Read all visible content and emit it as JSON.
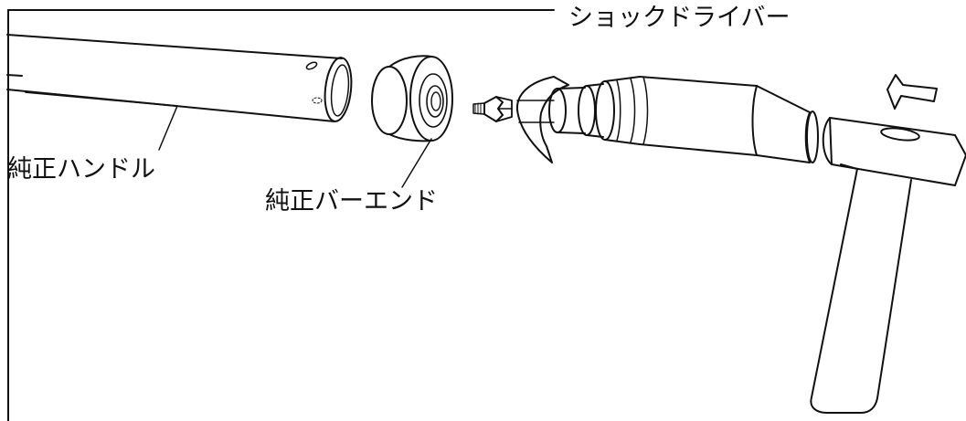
{
  "labels": {
    "handle": "純正ハンドル",
    "bar_end": "純正バーエンド",
    "shock_driver": "ショックドライバー"
  },
  "colors": {
    "line": "#111111",
    "background": "#ffffff"
  }
}
